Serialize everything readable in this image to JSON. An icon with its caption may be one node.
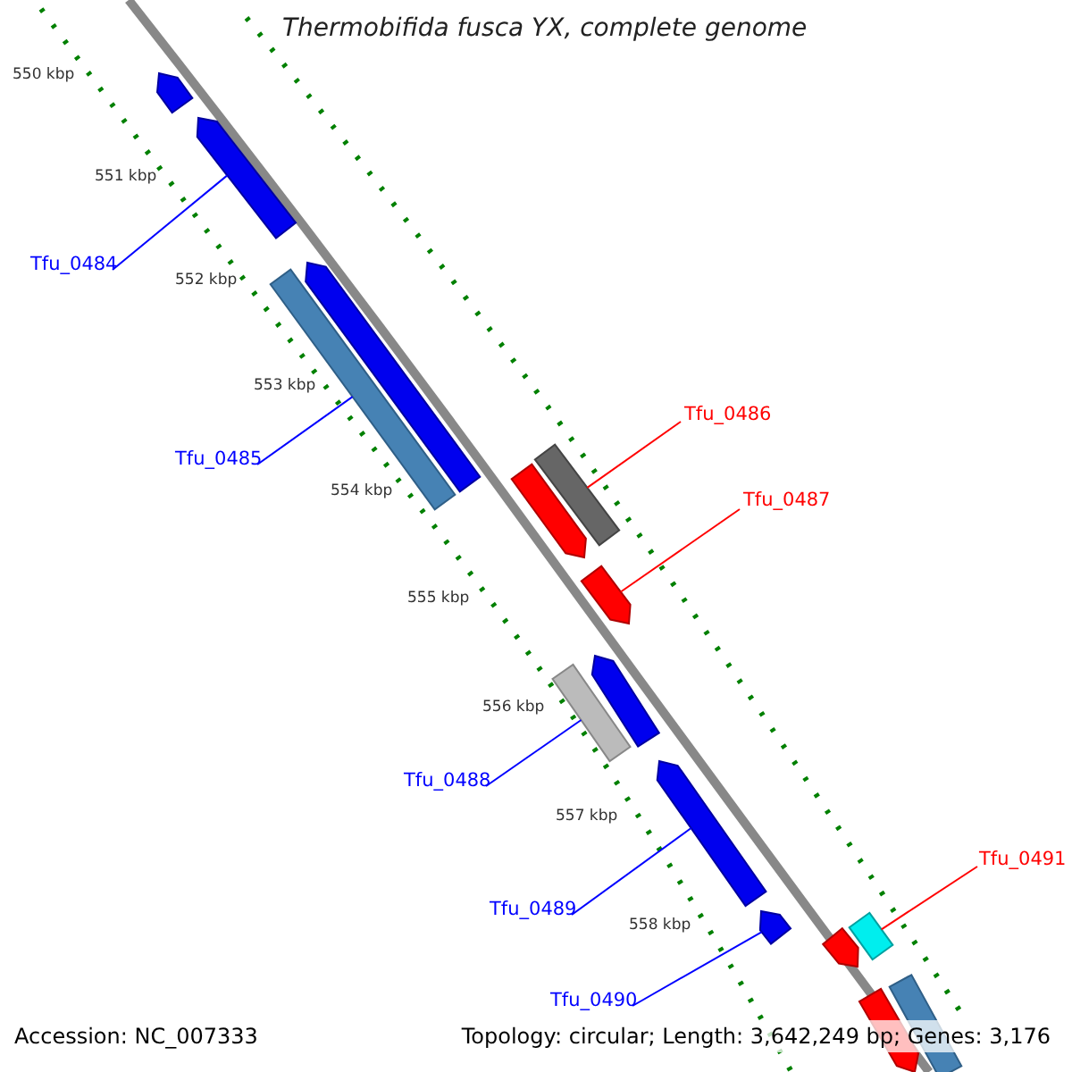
{
  "diagram": {
    "title": "Thermobifida fusca YX, complete genome",
    "nodes": [
      {
        "text": [],
        "shape": "pentagon"
      },
      {
        "text": [],
        "shape": "pentagon"
      },
      {
        "text": [
          "Tfu_0484"
        ]
      },
      {
        "text": [],
        "shape": "pentagon"
      },
      {
        "text": [],
        "shape": "box"
      },
      {
        "text": [
          "Tfu_0485"
        ]
      },
      {
        "text": [
          "Tfu_0486"
        ]
      },
      {
        "text": [],
        "shape": "box"
      },
      {
        "text": [],
        "shape": "pentagon"
      },
      {
        "text": [
          "Tfu_0487"
        ]
      },
      {
        "text": [],
        "shape": "pentagon"
      },
      {
        "text": [],
        "shape": "pentagon"
      },
      {
        "text": [],
        "shape": "box"
      },
      {
        "text": [
          "Tfu_0488"
        ]
      },
      {
        "text": [],
        "shape": "pentagon"
      },
      {
        "text": [
          "Tfu_0489"
        ]
      },
      {
        "text": [],
        "shape": "pentagon"
      },
      {
        "text": [
          "Tfu_0490"
        ]
      },
      {
        "text": [
          "Tfu_0491"
        ]
      },
      {
        "text": [],
        "shape": "box"
      },
      {
        "text": [],
        "shape": "pentagon"
      },
      {
        "text": [],
        "shape": "box"
      },
      {
        "text": [],
        "shape": "pentagon"
      }
    ],
    "edges": [
      {
        "from": 2,
        "to": 1,
        "arrow": "none"
      },
      {
        "from": 5,
        "to": 4,
        "arrow": "none"
      },
      {
        "from": 6,
        "to": 7,
        "arrow": "none",
        "color": "#ff0000"
      },
      {
        "from": 9,
        "to": 10,
        "arrow": "none",
        "color": "#ff0000"
      },
      {
        "from": 13,
        "to": 12,
        "arrow": "none"
      },
      {
        "from": 15,
        "to": 14,
        "arrow": "none"
      },
      {
        "from": 17,
        "to": 16,
        "arrow": "none"
      },
      {
        "from": 18,
        "to": 19,
        "arrow": "none",
        "color": "#ff0000"
      }
    ],
    "labels": [
      "550 kbp",
      "551 kbp",
      "552 kbp",
      "553 kbp",
      "554 kbp",
      "555 kbp",
      "556 kbp",
      "557 kbp",
      "558 kbp",
      "Accession: NC_007333",
      "Topology: circular; Length: 3,642,249 bp; Genes: 3,176"
    ]
  }
}
